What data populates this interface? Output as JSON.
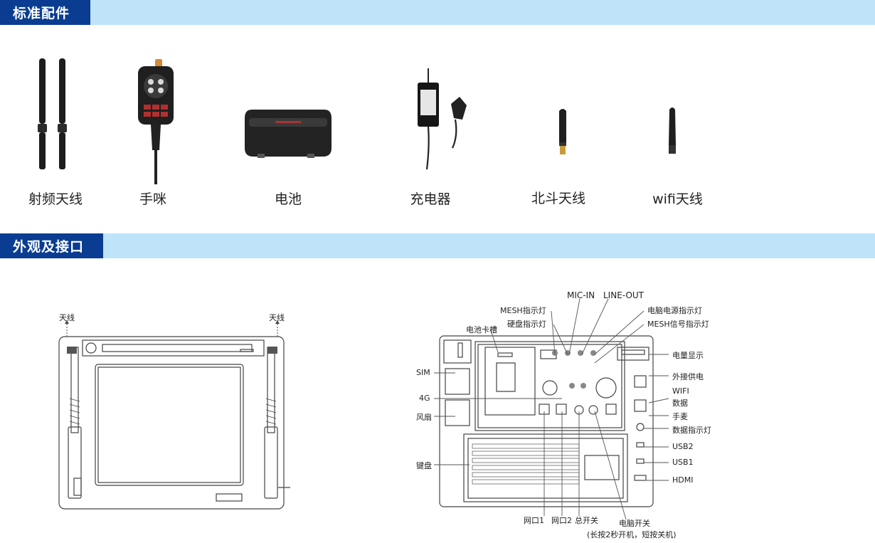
{
  "sections": {
    "accessories_title": "标准配件",
    "appearance_title": "外观及接口"
  },
  "accessories": [
    {
      "label": "射频天线",
      "icon": "rf-antenna-icon"
    },
    {
      "label": "手咪",
      "icon": "handheld-mic-icon"
    },
    {
      "label": "电池",
      "icon": "battery-icon"
    },
    {
      "label": "充电器",
      "icon": "charger-icon"
    },
    {
      "label": "北斗天线",
      "icon": "beidou-antenna-icon"
    },
    {
      "label": "wifi天线",
      "icon": "wifi-antenna-icon"
    }
  ],
  "front_view": {
    "antenna_left": "天线",
    "antenna_right": "天线"
  },
  "panel_labels": {
    "mic_in": "MIC-IN",
    "line_out": "LINE-OUT",
    "mesh_indicator": "MESH指示灯",
    "pc_power_indicator": "电脑电源指示灯",
    "hdd_indicator": "硬盘指示灯",
    "mesh_signal_indicator": "MESH信号指示灯",
    "battery_slot": "电池卡槽",
    "power_display": "电量显示",
    "external_power": "外接供电",
    "sim": "SIM",
    "wifi": "WIFI",
    "data": "数据",
    "4g": "4G",
    "fan": "风扇",
    "handheld_mic": "手麦",
    "data_indicator": "数据指示灯",
    "usb2": "USB2",
    "usb1": "USB1",
    "keyboard": "键盘",
    "hdmi": "HDMI",
    "lan1": "网口1",
    "lan2": "网口2",
    "main_switch": "总开关",
    "pc_switch": "电脑开关",
    "pc_switch_note": "(长按2秒开机，短按关机)"
  },
  "colors": {
    "band": "#bfe3f8",
    "tab": "#0a3d91",
    "line": "#555555"
  }
}
